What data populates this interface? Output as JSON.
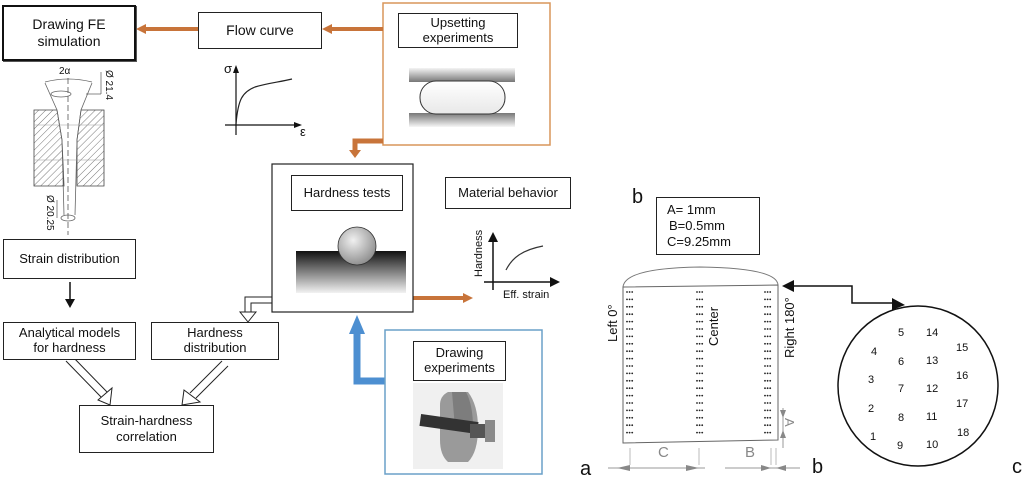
{
  "flowchart": {
    "drawing_fe_simulation": "Drawing FE\nsimulation",
    "flow_curve": "Flow curve",
    "upsetting_experiments": "Upsetting\nexperiments",
    "hardness_tests": "Hardness tests",
    "material_behavior": "Material behavior",
    "strain_distribution": "Strain distribution",
    "analytical_models": "Analytical models\nfor hardness",
    "hardness_distribution": "Hardness\ndistribution",
    "strain_hardness_correlation": "Strain-hardness\ncorrelation",
    "drawing_experiments": "Drawing\nexperiments"
  },
  "die_sketch": {
    "angle_label": "2α",
    "inlet_diameter": "Ø 21.4",
    "outlet_diameter": "Ø 20.25"
  },
  "flow_curve_plot": {
    "y_symbol": "σ",
    "x_symbol": "ε"
  },
  "material_behavior_plot": {
    "y_label": "Hardness",
    "x_label": "Eff. strain"
  },
  "specimen": {
    "panel_labels": {
      "a": "a",
      "b_top": "b",
      "b_bottom": "b",
      "c": "c"
    },
    "dimensions_box": [
      "A= 1mm",
      "B=0.5mm",
      "C=9.25mm"
    ],
    "position_labels": {
      "left": "Left 0°",
      "center": "Center",
      "right": "Right 180°"
    },
    "dim_letters": {
      "a": "A",
      "b": "B",
      "c": "C"
    }
  },
  "cross_section": {
    "points": [
      {
        "n": "1"
      },
      {
        "n": "2"
      },
      {
        "n": "3"
      },
      {
        "n": "4"
      },
      {
        "n": "5"
      },
      {
        "n": "6"
      },
      {
        "n": "7"
      },
      {
        "n": "8"
      },
      {
        "n": "9"
      },
      {
        "n": "10"
      },
      {
        "n": "11"
      },
      {
        "n": "12"
      },
      {
        "n": "13"
      },
      {
        "n": "14"
      },
      {
        "n": "15"
      },
      {
        "n": "16"
      },
      {
        "n": "17"
      },
      {
        "n": "18"
      }
    ]
  },
  "colors": {
    "orange_arrow": "#c8743a",
    "orange_frame": "#d9955a",
    "blue_arrow": "#4d8fd1",
    "blue_frame": "#6aa0c8"
  }
}
